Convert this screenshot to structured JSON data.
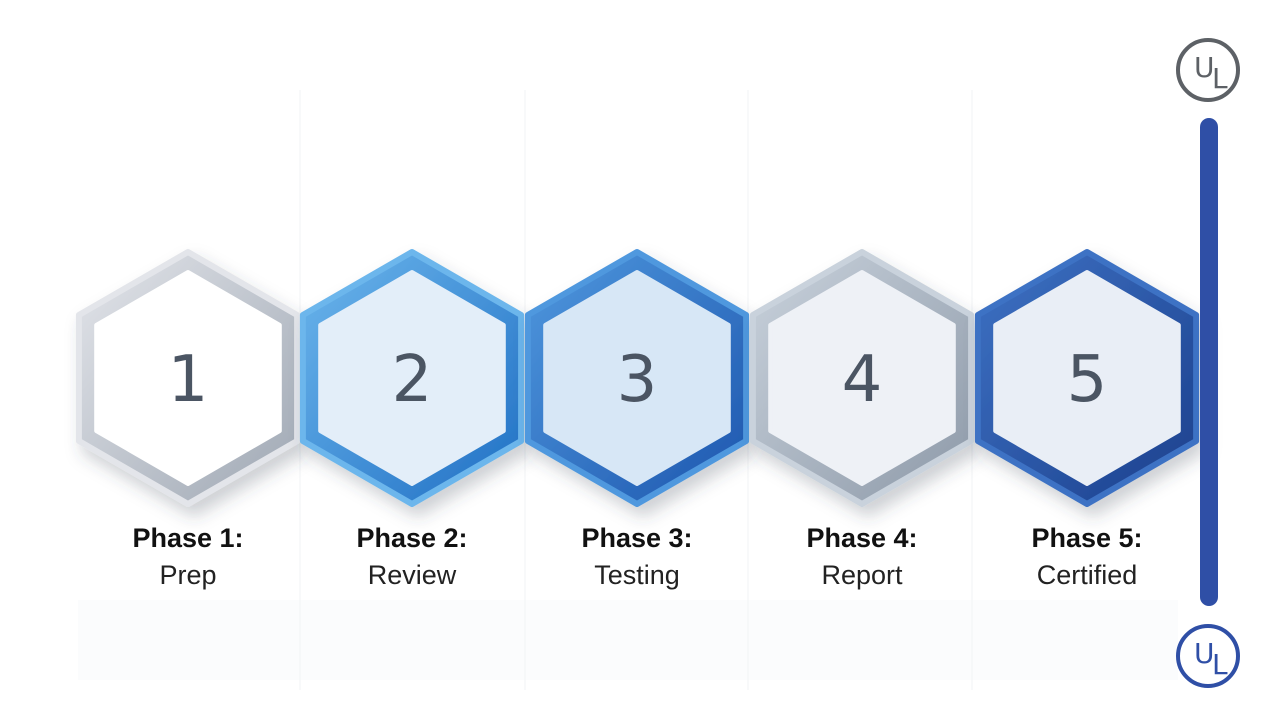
{
  "steps": [
    {
      "number": "1",
      "title": "Phase 1:",
      "subtitle": "Prep",
      "outer_from": "#e3e5ea",
      "outer_to": "#9ea7b3",
      "inner": "#ffffff"
    },
    {
      "number": "2",
      "title": "Phase 2:",
      "subtitle": "Review",
      "outer_from": "#6cb6ec",
      "outer_to": "#1f6fc4",
      "inner": "#e3eef9"
    },
    {
      "number": "3",
      "title": "Phase 3:",
      "subtitle": "Testing",
      "outer_from": "#4f98de",
      "outer_to": "#1d56ae",
      "inner": "#d7e7f6"
    },
    {
      "number": "4",
      "title": "Phase 4:",
      "subtitle": "Report",
      "outer_from": "#c9d2dc",
      "outer_to": "#8d99a8",
      "inner": "#eef1f6"
    },
    {
      "number": "5",
      "title": "Phase 5:",
      "subtitle": "Certified",
      "outer_from": "#3e72c4",
      "outer_to": "#1b3f8c",
      "inner": "#e9eef6"
    }
  ],
  "logos": {
    "top": {
      "u": "U",
      "l": "L",
      "color": "#5d6166"
    },
    "bottom": {
      "u": "U",
      "l": "L",
      "color": "#2f4fa6"
    }
  },
  "accent_bar_color": "#2f4fa6"
}
